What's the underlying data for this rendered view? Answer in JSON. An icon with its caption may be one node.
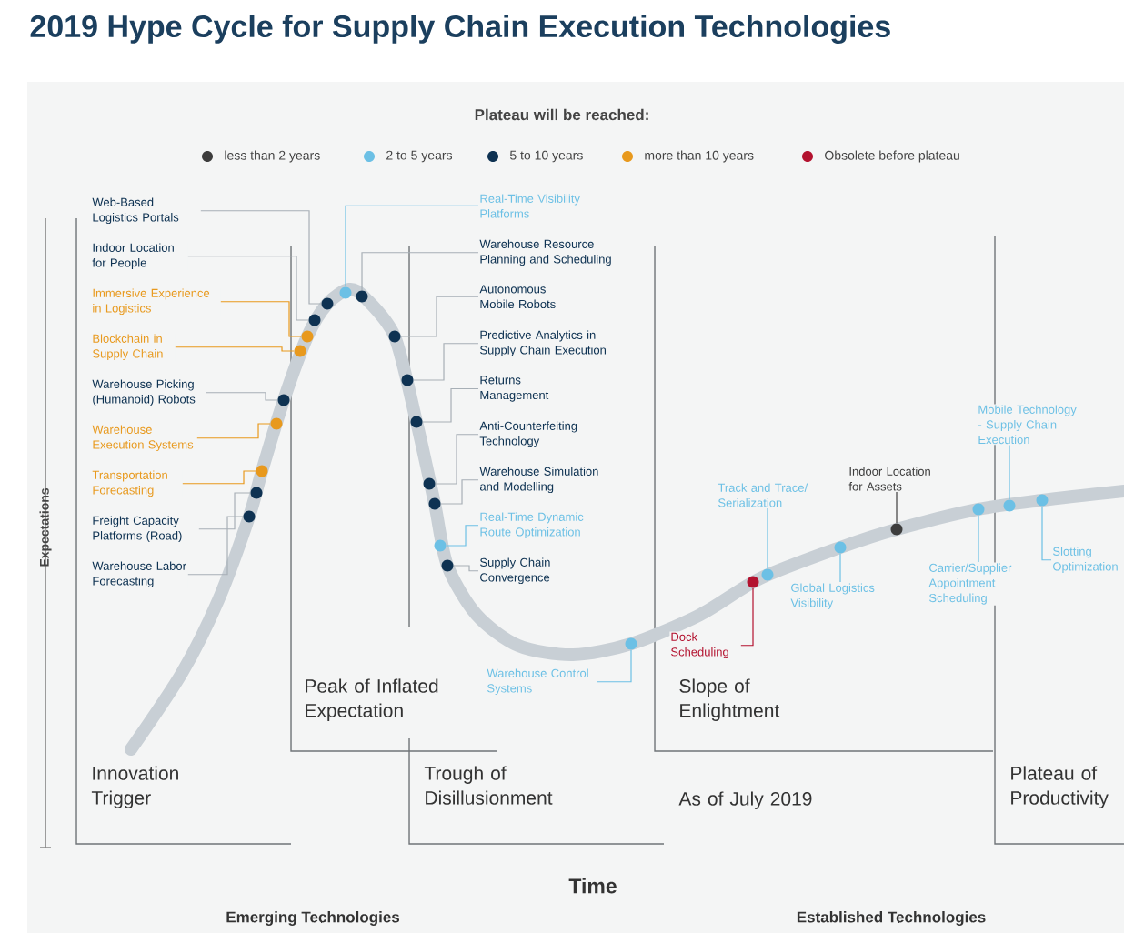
{
  "diagram": {
    "title": "2019 Hype Cycle for Supply Chain Execution Technologies",
    "nodes": [
      {
        "text": [
          "Web-Based Logistics Portals"
        ]
      },
      {
        "text": [
          "Indoor Location for People"
        ]
      },
      {
        "text": [
          "Immersive Experience in Logistics"
        ]
      },
      {
        "text": [
          "Blockchain in Supply Chain"
        ]
      },
      {
        "text": [
          "Warehouse Picking (Humanoid) Robots"
        ]
      },
      {
        "text": [
          "Warehouse Execution Systems"
        ]
      },
      {
        "text": [
          "Transportation Forecasting"
        ]
      },
      {
        "text": [
          "Freight Capacity Platforms (Road)"
        ]
      },
      {
        "text": [
          "Warehouse Labor Forecasting"
        ]
      },
      {
        "text": [
          "Real-Time Visibility Platforms"
        ]
      },
      {
        "text": [
          "Warehouse Resource Planning and Scheduling"
        ]
      },
      {
        "text": [
          "Autonomous Mobile Robots"
        ]
      },
      {
        "text": [
          "Predictive Analytics in Supply Chain Execution"
        ]
      },
      {
        "text": [
          "Returns Management"
        ]
      },
      {
        "text": [
          "Anti-Counterfeiting Technology"
        ]
      },
      {
        "text": [
          "Warehouse Simulation and Modelling"
        ]
      },
      {
        "text": [
          "Real-Time Dynamic Route Optimization"
        ]
      },
      {
        "text": [
          "Supply Chain Convergence"
        ]
      },
      {
        "text": [
          "Warehouse Control Systems"
        ]
      },
      {
        "text": [
          "Dock Scheduling"
        ]
      },
      {
        "text": [
          "Track and Trace/ Serialization"
        ]
      },
      {
        "text": [
          "Global Logistics Visibility"
        ]
      },
      {
        "text": [
          "Indoor Location for Assets"
        ]
      },
      {
        "text": [
          "Carrier/Supplier Appointment Scheduling"
        ]
      },
      {
        "text": [
          "Mobile Technology - Supply Chain Execution"
        ]
      },
      {
        "text": [
          "Slotting Optimization"
        ]
      },
      {
        "text": [],
        "shape": "circle"
      },
      {
        "text": [],
        "shape": "circle"
      },
      {
        "text": [],
        "shape": "circle"
      },
      {
        "text": [],
        "shape": "circle"
      },
      {
        "text": [],
        "shape": "circle"
      },
      {
        "text": [],
        "shape": "circle"
      },
      {
        "text": [],
        "shape": "circle"
      },
      {
        "text": [],
        "shape": "circle"
      },
      {
        "text": [],
        "shape": "circle"
      },
      {
        "text": [],
        "shape": "circle"
      },
      {
        "text": [],
        "shape": "circle"
      },
      {
        "text": [],
        "shape": "circle"
      },
      {
        "text": [],
        "shape": "circle"
      },
      {
        "text": [],
        "shape": "circle"
      },
      {
        "text": [],
        "shape": "circle"
      },
      {
        "text": [],
        "shape": "circle"
      },
      {
        "text": [],
        "shape": "circle"
      },
      {
        "text": [],
        "shape": "circle"
      },
      {
        "text": [],
        "shape": "circle"
      },
      {
        "text": [],
        "shape": "circle"
      },
      {
        "text": [],
        "shape": "circle"
      },
      {
        "text": [],
        "shape": "circle"
      },
      {
        "text": [],
        "shape": "circle"
      },
      {
        "text": [],
        "shape": "circle"
      },
      {
        "text": [],
        "shape": "circle"
      },
      {
        "text": [],
        "shape": "circle"
      }
    ],
    "edges": [
      {
        "from": 0,
        "to": 34,
        "arrow": "none"
      },
      {
        "from": 1,
        "to": 33,
        "arrow": "none"
      },
      {
        "from": 2,
        "to": 32,
        "arrow": "none",
        "color": "#e8991d"
      },
      {
        "from": 3,
        "to": 31,
        "arrow": "none",
        "color": "#e8991d"
      },
      {
        "from": 4,
        "to": 30,
        "arrow": "none"
      },
      {
        "from": 5,
        "to": 29,
        "arrow": "none",
        "color": "#e8991d"
      },
      {
        "from": 6,
        "to": 28,
        "arrow": "none",
        "color": "#e8991d"
      },
      {
        "from": 7,
        "to": 27,
        "arrow": "none"
      },
      {
        "from": 8,
        "to": 26,
        "arrow": "none"
      },
      {
        "from": 9,
        "to": 35,
        "arrow": "none",
        "color": "#6cc0e5"
      },
      {
        "from": 10,
        "to": 36,
        "arrow": "none"
      },
      {
        "from": 11,
        "to": 37,
        "arrow": "none"
      },
      {
        "from": 12,
        "to": 38,
        "arrow": "none"
      },
      {
        "from": 13,
        "to": 39,
        "arrow": "none"
      },
      {
        "from": 14,
        "to": 40,
        "arrow": "none"
      },
      {
        "from": 15,
        "to": 41,
        "arrow": "none"
      },
      {
        "from": 16,
        "to": 42,
        "arrow": "none",
        "color": "#6cc0e5"
      },
      {
        "from": 17,
        "to": 43,
        "arrow": "none"
      },
      {
        "from": 18,
        "to": 44,
        "arrow": "none",
        "color": "#6cc0e5"
      },
      {
        "from": 19,
        "to": 45,
        "arrow": "none",
        "color": "#b3122f"
      },
      {
        "from": 20,
        "to": 46,
        "arrow": "none",
        "color": "#6cc0e5"
      },
      {
        "from": 21,
        "to": 47,
        "arrow": "none",
        "color": "#6cc0e5"
      },
      {
        "from": 22,
        "to": 48,
        "arrow": "none",
        "color": "#3d3d3d"
      },
      {
        "from": 23,
        "to": 49,
        "arrow": "none",
        "color": "#6cc0e5"
      },
      {
        "from": 24,
        "to": 50,
        "arrow": "none",
        "color": "#6cc0e5"
      },
      {
        "from": 25,
        "to": 51,
        "arrow": "none",
        "color": "#6cc0e5"
      }
    ],
    "labels": [
      "Plateau will be reached:",
      "Expectations",
      "Peak of Inflated Expectation",
      "Innovation Trigger",
      "Trough of Disillusionment",
      "Slope of Enlightment",
      "As of July 2019",
      "Plateau of Productivity",
      "Time",
      "Emerging Technologies",
      "Established Technologies"
    ],
    "legend": [
      {
        "text": "less than 2 years",
        "color": "#3d3d3d"
      },
      {
        "text": "2 to 5 years",
        "color": "#6cc0e5"
      },
      {
        "text": "5 to 10 years",
        "color": "#0e3252"
      },
      {
        "text": "more than 10 years",
        "color": "#e8991d"
      },
      {
        "text": "Obsolete before plateau",
        "color": "#b3122f"
      }
    ]
  }
}
